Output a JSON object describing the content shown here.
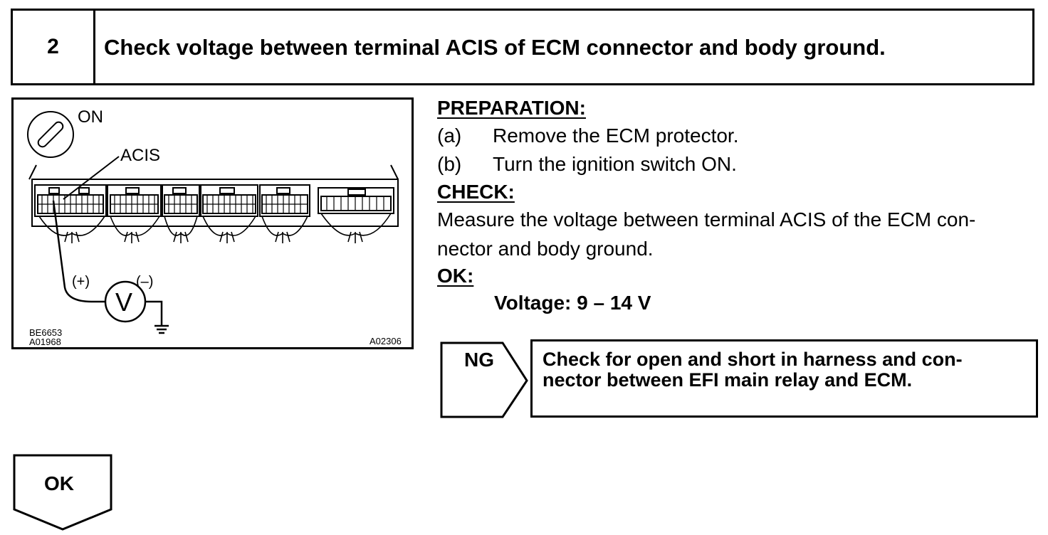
{
  "header": {
    "step_number": "2",
    "title": "Check voltage between terminal ACIS of ECM connector and body ground."
  },
  "diagram": {
    "ignition_label": "ON",
    "terminal_label": "ACIS",
    "plus_label": "(+)",
    "minus_label": "(–)",
    "meter_symbol": "V",
    "code_1": "BE6653",
    "code_2": "A01968",
    "code_3": "A02306"
  },
  "preparation": {
    "heading": "PREPARATION:",
    "items": [
      {
        "letter": "(a)",
        "text": "Remove the ECM protector."
      },
      {
        "letter": "(b)",
        "text": "Turn the ignition switch ON."
      }
    ]
  },
  "check": {
    "heading": "CHECK:",
    "lines": [
      "Measure the voltage between terminal ACIS of the ECM con-",
      "nector and body ground."
    ]
  },
  "ok_spec": {
    "heading": "OK:",
    "value": "Voltage: 9 – 14 V"
  },
  "ng_result": {
    "label": "NG",
    "lines": [
      "Check for open and short in harness and con-",
      "nector between EFI main relay and ECM."
    ]
  },
  "ok_result": {
    "label": "OK"
  }
}
